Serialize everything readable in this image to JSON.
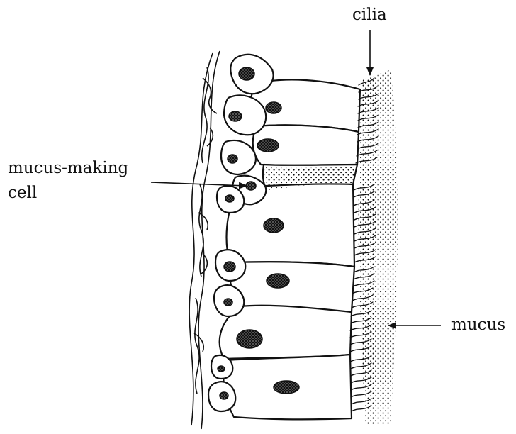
{
  "labels": {
    "cilia": "cilia",
    "mucus_making_line1": "mucus-making",
    "mucus_making_line2": "cell",
    "mucus": "mucus"
  },
  "colors": {
    "ink": "#111111",
    "background": "#ffffff"
  }
}
